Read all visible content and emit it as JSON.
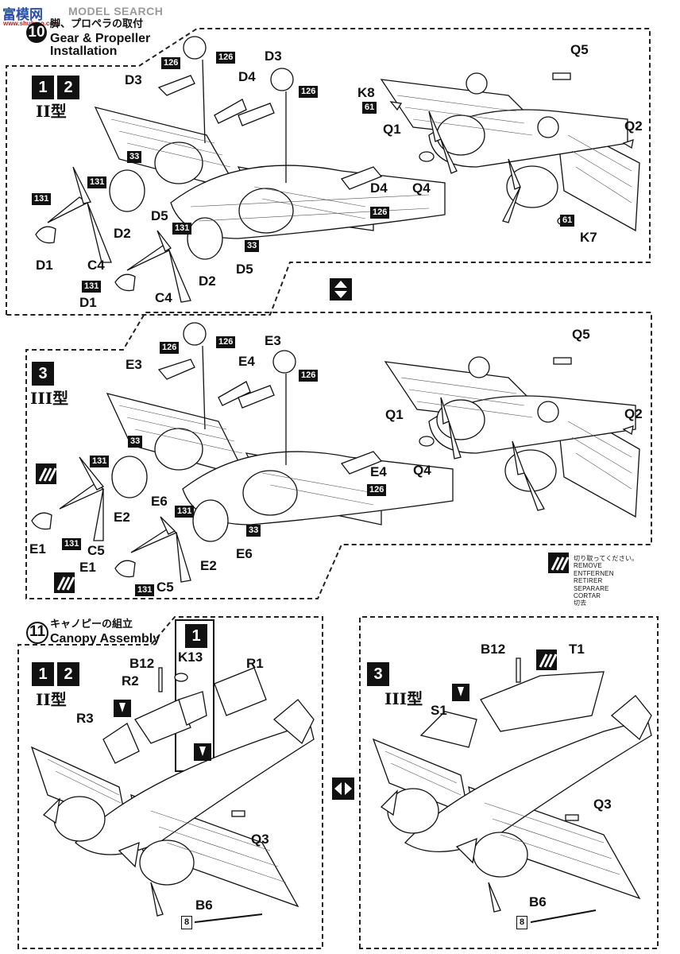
{
  "watermark": {
    "brand_chars": "富模网",
    "search": "MODEL SEARCH",
    "domain": "www.shuhmo.com"
  },
  "step10": {
    "number": "10",
    "title_jp": "脚、プロペラの取付",
    "title_en_1": "Gear & Propeller",
    "title_en_2": "Installation"
  },
  "step11": {
    "number": "11",
    "title_jp": "キャノピーの組立",
    "title_en": "Canopy Assembly"
  },
  "types": {
    "type2": "II型",
    "type3": "III型",
    "num1": "1",
    "num2": "2",
    "num3": "3"
  },
  "panel_a": {
    "labels": [
      "D3",
      "D3",
      "D4",
      "K8",
      "Q5",
      "Q1",
      "Q2",
      "Q4",
      "D5",
      "D2",
      "C4",
      "D1",
      "D5",
      "D2",
      "C4",
      "D1",
      "D4",
      "K7"
    ],
    "codes": [
      "126",
      "126",
      "126",
      "61",
      "33",
      "131",
      "131",
      "131",
      "33",
      "131",
      "126",
      "61"
    ]
  },
  "panel_b": {
    "labels": [
      "E3",
      "E4",
      "E3",
      "Q5",
      "Q1",
      "Q2",
      "Q4",
      "E6",
      "E2",
      "C5",
      "E1",
      "E6",
      "E2",
      "C5",
      "E1",
      "E4"
    ],
    "codes": [
      "126",
      "126",
      "126",
      "33",
      "131",
      "131",
      "131",
      "33",
      "131",
      "126"
    ]
  },
  "remove_note": [
    "切り取ってください。",
    "REMOVE",
    "ENTFERNEN",
    "RETIRER",
    "SEPARARE",
    "CORTAR",
    "切去"
  ],
  "panel_c": {
    "labels": [
      "K13",
      "B12",
      "R1",
      "R2",
      "R3",
      "Q3",
      "B6"
    ],
    "code_b6": "8",
    "subtype": "1"
  },
  "panel_d": {
    "labels": [
      "B12",
      "T1",
      "S1",
      "Q3",
      "B6"
    ],
    "code_b6": "8"
  }
}
